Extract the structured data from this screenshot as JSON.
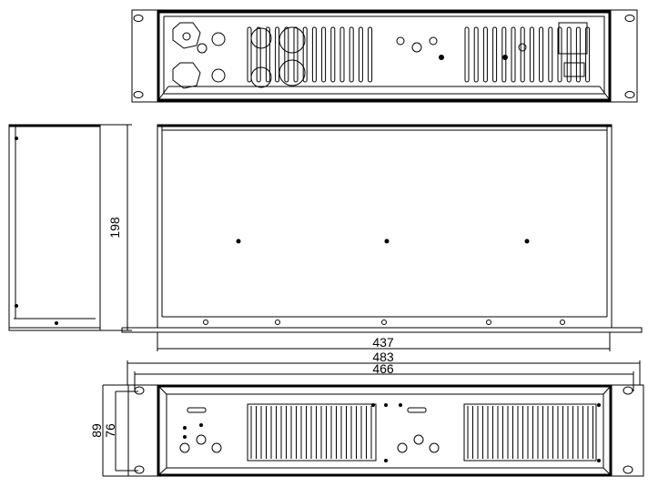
{
  "dimensions": {
    "depth": "198",
    "body_width": "437",
    "overall_width": "483",
    "mount_hole_spacing": "466",
    "overall_height": "89",
    "mount_hole_vertical_spacing": "76"
  },
  "views": [
    "rear-view",
    "side-view",
    "top-view",
    "front-view"
  ],
  "colors": {
    "line": "#000000",
    "background": "#ffffff"
  }
}
